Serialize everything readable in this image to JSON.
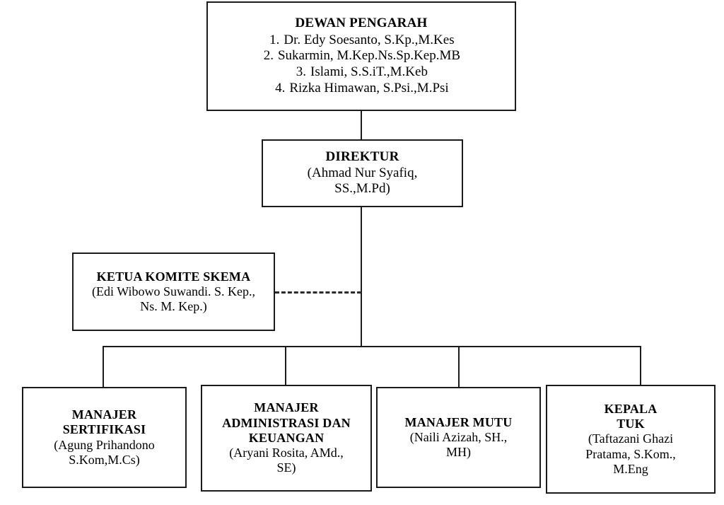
{
  "chart_data": {
    "type": "diagram",
    "title": "Struktur Organisasi",
    "nodes": [
      {
        "id": "dewan-pengarah",
        "title": "DEWAN PENGARAH",
        "members": [
          "Dr. Edy Soesanto, S.Kp.,M.Kes",
          "Sukarmin, M.Kep.Ns.Sp.Kep.MB",
          "Islami, S.S.iT.,M.Keb",
          "Rizka Himawan, S.Psi.,M.Psi"
        ]
      },
      {
        "id": "direktur",
        "title": "DIREKTUR",
        "subtitle": "(Ahmad Nur Syafiq, SS.,M.Pd)"
      },
      {
        "id": "ketua-komite-skema",
        "title": "KETUA KOMITE SKEMA",
        "subtitle": "(Edi Wibowo Suwandi. S. Kep., Ns. M. Kep.)"
      },
      {
        "id": "manajer-sertifikasi",
        "title": "MANAJER SERTIFIKASI",
        "subtitle": "(Agung Prihandono S.Kom,M.Cs)"
      },
      {
        "id": "manajer-administrasi-dan-keuangan",
        "title": "MANAJER ADMINISTRASI DAN KEUANGAN",
        "subtitle": "(Aryani Rosita, AMd., SE)"
      },
      {
        "id": "manajer-mutu",
        "title": "MANAJER MUTU",
        "subtitle": "(Naili Azizah, SH., MH)"
      },
      {
        "id": "kepala-tuk",
        "title": "KEPALA TUK",
        "subtitle": "(Taftazani Ghazi Pratama, S.Kom., M.Eng"
      }
    ],
    "edges": [
      {
        "from": "dewan-pengarah",
        "to": "direktur",
        "style": "solid"
      },
      {
        "from": "direktur",
        "to": "manajer-sertifikasi",
        "style": "solid"
      },
      {
        "from": "direktur",
        "to": "manajer-administrasi-dan-keuangan",
        "style": "solid"
      },
      {
        "from": "direktur",
        "to": "manajer-mutu",
        "style": "solid"
      },
      {
        "from": "direktur",
        "to": "kepala-tuk",
        "style": "solid"
      },
      {
        "from": "direktur",
        "to": "ketua-komite-skema",
        "style": "dashed"
      }
    ],
    "colors": {
      "line": "#1a1a1a",
      "box_border": "#1a1a1a",
      "background": "#ffffff",
      "text": "#000000"
    }
  },
  "dewan_pengarah": {
    "title": "DEWAN PENGARAH",
    "members": [
      {
        "index": "1.",
        "name": "Dr. Edy Soesanto, S.Kp.,M.Kes"
      },
      {
        "index": "2.",
        "name": "Sukarmin, M.Kep.Ns.Sp.Kep.MB"
      },
      {
        "index": "3.",
        "name": "Islami, S.S.iT.,M.Keb"
      },
      {
        "index": "4.",
        "name": "Rizka Himawan, S.Psi.,M.Psi"
      }
    ]
  },
  "direktur": {
    "title": "DIREKTUR",
    "line1": "(Ahmad Nur Syafiq,",
    "line2": "SS.,M.Pd)"
  },
  "ketua_komite_skema": {
    "title": "KETUA KOMITE SKEMA",
    "line1": "(Edi Wibowo Suwandi. S. Kep.,",
    "line2": "Ns. M. Kep.)"
  },
  "manajer_sertifikasi": {
    "title_line1": "MANAJER",
    "title_line2": "SERTIFIKASI",
    "line1": "(Agung Prihandono",
    "line2": "S.Kom,M.Cs)"
  },
  "manajer_administrasi_keuangan": {
    "title_line1": "MANAJER",
    "title_line2": "ADMINISTRASI DAN",
    "title_line3": "KEUANGAN",
    "line1": "(Aryani Rosita, AMd.,",
    "line2": "SE)"
  },
  "manajer_mutu": {
    "title": "MANAJER MUTU",
    "line1": "(Naili Azizah, SH.,",
    "line2": "MH)"
  },
  "kepala_tuk": {
    "title_line1": "KEPALA",
    "title_line2": "TUK",
    "line1": "(Taftazani Ghazi",
    "line2": "Pratama, S.Kom.,",
    "line3": "M.Eng"
  }
}
